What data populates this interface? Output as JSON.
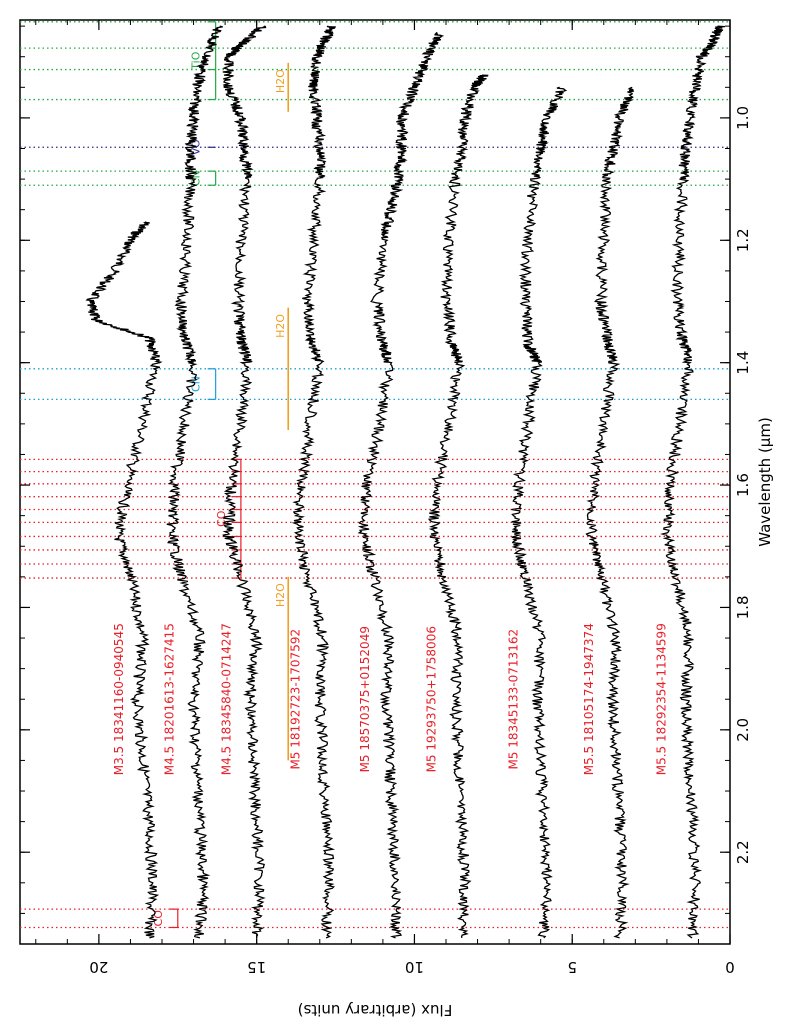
{
  "chart_data": {
    "type": "line",
    "title": "",
    "xlabel": "Wavelength (μm)",
    "ylabel": "Flux (arbitrary units)",
    "xlim": [
      0.84,
      2.35
    ],
    "ylim": [
      0,
      22.5
    ],
    "x_ticks": [
      1.0,
      1.2,
      1.4,
      1.6,
      1.8,
      2.0,
      2.2
    ],
    "y_ticks": [
      0,
      5,
      10,
      15,
      20
    ],
    "orientation": "rotated 90° clockwise (wavelength increases downward, flux increases leftward)",
    "grid": false,
    "series": [
      {
        "name": "M3.5 18341160-0940545",
        "color": "#e8202a",
        "points": [
          [
            1.17,
            18.5
          ],
          [
            1.2,
            19.0
          ],
          [
            1.25,
            19.5
          ],
          [
            1.3,
            20.3
          ],
          [
            1.33,
            20.1
          ],
          [
            1.36,
            18.4
          ],
          [
            1.4,
            18.2
          ],
          [
            1.5,
            18.6
          ],
          [
            1.6,
            19.1
          ],
          [
            1.68,
            19.4
          ],
          [
            1.75,
            19.0
          ],
          [
            1.85,
            18.6
          ],
          [
            1.95,
            18.8
          ],
          [
            2.05,
            18.6
          ],
          [
            2.15,
            18.4
          ],
          [
            2.25,
            18.3
          ],
          [
            2.34,
            18.4
          ]
        ]
      },
      {
        "name": "M4.5 18201613-1627415",
        "color": "#e8202a",
        "points": [
          [
            0.85,
            16.2
          ],
          [
            0.9,
            16.6
          ],
          [
            0.95,
            16.9
          ],
          [
            1.0,
            17.0
          ],
          [
            1.05,
            17.1
          ],
          [
            1.1,
            17.1
          ],
          [
            1.2,
            17.2
          ],
          [
            1.3,
            17.4
          ],
          [
            1.36,
            17.3
          ],
          [
            1.4,
            17.0
          ],
          [
            1.5,
            17.3
          ],
          [
            1.6,
            17.6
          ],
          [
            1.68,
            17.7
          ],
          [
            1.75,
            17.4
          ],
          [
            1.85,
            16.8
          ],
          [
            1.95,
            17.0
          ],
          [
            2.05,
            16.9
          ],
          [
            2.15,
            16.8
          ],
          [
            2.25,
            16.7
          ],
          [
            2.34,
            16.8
          ]
        ]
      },
      {
        "name": "M4.5 18345840-0714247",
        "color": "#e8202a",
        "points": [
          [
            0.85,
            14.8
          ],
          [
            0.88,
            15.5
          ],
          [
            0.9,
            15.9
          ],
          [
            0.95,
            15.9
          ],
          [
            1.0,
            15.5
          ],
          [
            1.05,
            15.4
          ],
          [
            1.1,
            15.3
          ],
          [
            1.2,
            15.5
          ],
          [
            1.3,
            15.6
          ],
          [
            1.36,
            15.5
          ],
          [
            1.4,
            15.3
          ],
          [
            1.5,
            15.5
          ],
          [
            1.6,
            15.8
          ],
          [
            1.68,
            15.9
          ],
          [
            1.75,
            15.5
          ],
          [
            1.85,
            15.0
          ],
          [
            1.95,
            15.2
          ],
          [
            2.05,
            15.1
          ],
          [
            2.15,
            15.0
          ],
          [
            2.25,
            14.9
          ],
          [
            2.34,
            15.0
          ]
        ]
      },
      {
        "name": "M5 18192723-1707592",
        "color": "#e8202a",
        "points": [
          [
            0.85,
            12.6
          ],
          [
            0.88,
            12.9
          ],
          [
            0.9,
            13.1
          ],
          [
            0.95,
            13.2
          ],
          [
            1.0,
            13.1
          ],
          [
            1.05,
            13.0
          ],
          [
            1.1,
            13.0
          ],
          [
            1.2,
            13.2
          ],
          [
            1.3,
            13.4
          ],
          [
            1.36,
            13.3
          ],
          [
            1.4,
            13.0
          ],
          [
            1.5,
            13.3
          ],
          [
            1.6,
            13.6
          ],
          [
            1.68,
            13.7
          ],
          [
            1.75,
            13.4
          ],
          [
            1.85,
            12.9
          ],
          [
            1.95,
            13.0
          ],
          [
            2.05,
            12.9
          ],
          [
            2.15,
            12.8
          ],
          [
            2.25,
            12.7
          ],
          [
            2.34,
            12.8
          ]
        ]
      },
      {
        "name": "M5 18570375+0152049",
        "color": "#e8202a",
        "points": [
          [
            0.86,
            9.2
          ],
          [
            0.9,
            9.6
          ],
          [
            0.95,
            10.0
          ],
          [
            1.0,
            10.4
          ],
          [
            1.05,
            10.4
          ],
          [
            1.1,
            10.5
          ],
          [
            1.16,
            10.8
          ],
          [
            1.2,
            11.0
          ],
          [
            1.3,
            11.2
          ],
          [
            1.37,
            11.0
          ],
          [
            1.4,
            10.8
          ],
          [
            1.5,
            11.1
          ],
          [
            1.6,
            11.5
          ],
          [
            1.68,
            11.6
          ],
          [
            1.75,
            11.3
          ],
          [
            1.85,
            10.8
          ],
          [
            1.95,
            10.9
          ],
          [
            2.05,
            10.8
          ],
          [
            2.15,
            10.7
          ],
          [
            2.25,
            10.6
          ],
          [
            2.34,
            10.6
          ]
        ]
      },
      {
        "name": "M5 19293750+1758006",
        "color": "#e8202a",
        "points": [
          [
            0.93,
            7.8
          ],
          [
            0.95,
            8.1
          ],
          [
            1.0,
            8.4
          ],
          [
            1.05,
            8.5
          ],
          [
            1.1,
            8.7
          ],
          [
            1.2,
            8.9
          ],
          [
            1.3,
            9.0
          ],
          [
            1.37,
            8.8
          ],
          [
            1.4,
            8.6
          ],
          [
            1.5,
            8.9
          ],
          [
            1.6,
            9.3
          ],
          [
            1.68,
            9.4
          ],
          [
            1.75,
            9.1
          ],
          [
            1.85,
            8.6
          ],
          [
            1.95,
            8.7
          ],
          [
            2.05,
            8.6
          ],
          [
            2.15,
            8.5
          ],
          [
            2.25,
            8.4
          ],
          [
            2.34,
            8.5
          ]
        ]
      },
      {
        "name": "M5 18345133-0713162",
        "color": "#e8202a",
        "points": [
          [
            0.95,
            5.3
          ],
          [
            1.0,
            5.8
          ],
          [
            1.05,
            6.0
          ],
          [
            1.1,
            6.2
          ],
          [
            1.2,
            6.4
          ],
          [
            1.3,
            6.5
          ],
          [
            1.37,
            6.4
          ],
          [
            1.4,
            6.1
          ],
          [
            1.5,
            6.4
          ],
          [
            1.6,
            6.7
          ],
          [
            1.68,
            6.8
          ],
          [
            1.75,
            6.5
          ],
          [
            1.85,
            6.0
          ],
          [
            1.95,
            6.1
          ],
          [
            2.05,
            6.0
          ],
          [
            2.15,
            5.9
          ],
          [
            2.25,
            5.8
          ],
          [
            2.34,
            5.9
          ]
        ]
      },
      {
        "name": "M5.5 18105174-1947374",
        "color": "#e8202a",
        "points": [
          [
            0.95,
            3.1
          ],
          [
            1.0,
            3.5
          ],
          [
            1.05,
            3.7
          ],
          [
            1.1,
            3.9
          ],
          [
            1.2,
            4.0
          ],
          [
            1.3,
            4.1
          ],
          [
            1.36,
            3.9
          ],
          [
            1.4,
            3.7
          ],
          [
            1.5,
            4.0
          ],
          [
            1.6,
            4.3
          ],
          [
            1.68,
            4.4
          ],
          [
            1.75,
            4.1
          ],
          [
            1.85,
            3.6
          ],
          [
            1.95,
            3.7
          ],
          [
            2.05,
            3.6
          ],
          [
            2.15,
            3.5
          ],
          [
            2.25,
            3.4
          ],
          [
            2.34,
            3.5
          ]
        ]
      },
      {
        "name": "M5.5 18292354-1134599",
        "color": "#e8202a",
        "points": [
          [
            0.85,
            0.3
          ],
          [
            0.88,
            0.6
          ],
          [
            0.9,
            0.9
          ],
          [
            0.95,
            1.1
          ],
          [
            1.0,
            1.3
          ],
          [
            1.05,
            1.4
          ],
          [
            1.1,
            1.5
          ],
          [
            1.2,
            1.6
          ],
          [
            1.3,
            1.7
          ],
          [
            1.36,
            1.5
          ],
          [
            1.4,
            1.3
          ],
          [
            1.5,
            1.6
          ],
          [
            1.6,
            1.9
          ],
          [
            1.68,
            2.0
          ],
          [
            1.75,
            1.7
          ],
          [
            1.85,
            1.3
          ],
          [
            1.95,
            1.4
          ],
          [
            2.05,
            1.3
          ],
          [
            2.15,
            1.2
          ],
          [
            2.25,
            1.1
          ],
          [
            2.34,
            1.2
          ]
        ]
      }
    ],
    "features": [
      {
        "label": "TiO",
        "color": "#22aa44",
        "lines": [
          0.843,
          0.886,
          0.921,
          0.97
        ]
      },
      {
        "label": "VO",
        "color": "#2a2a8a",
        "lines": [
          1.048
        ]
      },
      {
        "label": "CN",
        "color": "#22aa44",
        "lines": [
          1.087,
          1.11
        ]
      },
      {
        "label": "CN",
        "color": "#1aa0d8",
        "lines": [
          1.41,
          1.46
        ]
      },
      {
        "label": "H2O",
        "color": "#f0a020",
        "range": [
          0.91,
          0.99
        ]
      },
      {
        "label": "H2O",
        "color": "#f0a020",
        "range": [
          1.31,
          1.51
        ]
      },
      {
        "label": "H2O",
        "color": "#f0a020",
        "range": [
          1.75,
          2.05
        ]
      },
      {
        "label": "CO",
        "color": "#e8202a",
        "lines": [
          1.558,
          1.578,
          1.598,
          1.619,
          1.64,
          1.661,
          1.684,
          1.706,
          1.729,
          1.752
        ]
      },
      {
        "label": "CO",
        "color": "#e8202a",
        "lines": [
          2.293,
          2.323
        ]
      }
    ]
  }
}
